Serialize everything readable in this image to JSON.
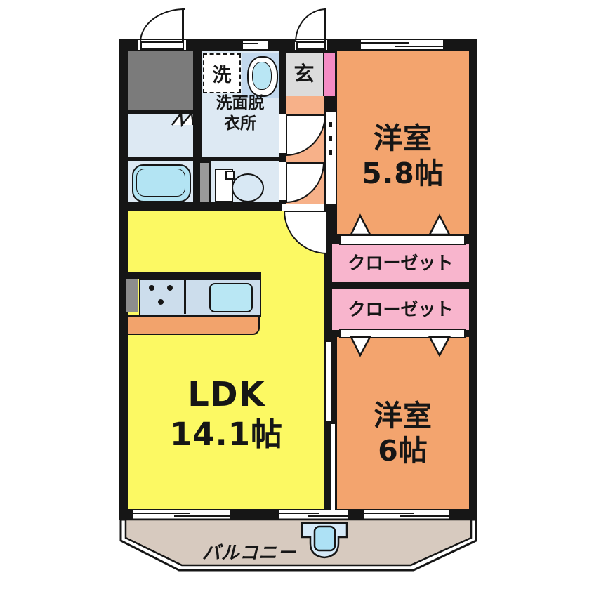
{
  "rooms": {
    "western_upper": {
      "line1": "洋室",
      "line2": "5.8帖"
    },
    "western_lower": {
      "line1": "洋室",
      "line2": "6帖"
    },
    "ldk": {
      "line1": "LDK",
      "line2": "14.1帖"
    },
    "closet_upper": {
      "label": "クローゼット"
    },
    "closet_lower": {
      "label": "クローゼット"
    },
    "washroom": {
      "line1": "洗面脱",
      "line2": "衣所"
    },
    "laundry_symbol": "洗",
    "entrance_symbol": "玄",
    "balcony_label": "バルコニー"
  },
  "colors": {
    "wall_black": "#161616",
    "room_orange": "#f3a46e",
    "hallway_orange": "#f7b189",
    "ldk_yellow": "#fcf963",
    "closet_pink": "#f8b5cd",
    "accent_pink": "#f48cc4",
    "wet_area_blue": "#dde9f3",
    "fixture_cyan": "#b3e4f3",
    "counter_blue": "#ccddec",
    "genkan_gray": "#dcdcdc",
    "shaft_gray": "#7b7b7b",
    "balcony_beige": "#d7cabf"
  }
}
